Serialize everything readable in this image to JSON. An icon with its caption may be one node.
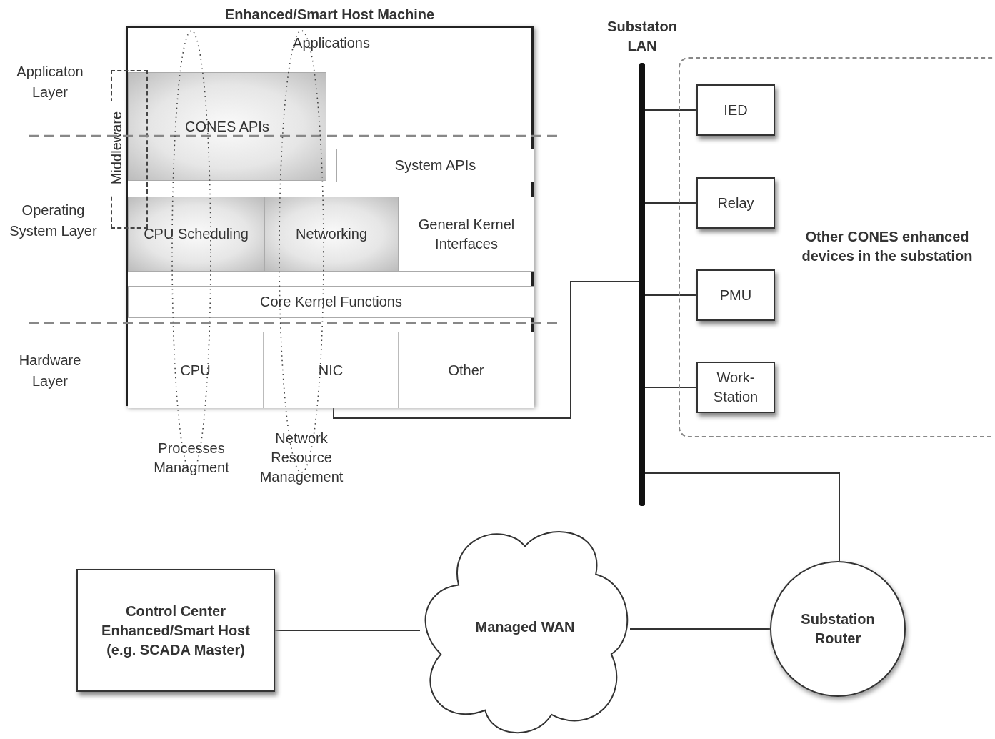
{
  "diagram": {
    "nodes": [
      {
        "text": [
          "Enhanced/Smart Host Machine",
          "Applications"
        ]
      },
      {
        "text": [
          "CONES APIs"
        ],
        "in": 0
      },
      {
        "text": [
          "System APIs"
        ],
        "in": 0
      },
      {
        "text": [
          "CPU Scheduling"
        ],
        "in": 0
      },
      {
        "text": [
          "Networking"
        ],
        "in": 0
      },
      {
        "text": [
          "General Kernel Interfaces"
        ],
        "in": 0
      },
      {
        "text": [
          "Core Kernel Functions"
        ],
        "in": 0
      },
      {
        "text": [
          "CPU"
        ],
        "in": 0
      },
      {
        "text": [
          "NIC"
        ],
        "in": 0
      },
      {
        "text": [
          "Other"
        ],
        "in": 0
      },
      {
        "text": [
          "Middleware"
        ]
      },
      {
        "text": [
          "Processes Managment"
        ]
      },
      {
        "text": [
          "Network Resource Management"
        ]
      },
      {
        "text": [
          "Substaton LAN"
        ]
      },
      {
        "text": [
          "Other CONES enhanced devices in the substation"
        ]
      },
      {
        "text": [
          "IED"
        ],
        "in": 14
      },
      {
        "text": [
          "Relay"
        ],
        "in": 14
      },
      {
        "text": [
          "PMU"
        ],
        "in": 14
      },
      {
        "text": [
          "Work-Station"
        ],
        "in": 14
      },
      {
        "text": [
          "Control Center Enhanced/Smart Host (e.g. SCADA Master)"
        ]
      },
      {
        "text": [
          "Managed WAN"
        ]
      },
      {
        "text": [
          "Substation Router"
        ]
      }
    ],
    "edges": [
      {
        "from": 8,
        "to": 13,
        "arrow": "none"
      },
      {
        "from": 13,
        "to": 15,
        "arrow": "none"
      },
      {
        "from": 13,
        "to": 16,
        "arrow": "none"
      },
      {
        "from": 13,
        "to": 17,
        "arrow": "none"
      },
      {
        "from": 13,
        "to": 18,
        "arrow": "none"
      },
      {
        "from": 13,
        "to": 21,
        "arrow": "none"
      },
      {
        "from": 19,
        "to": 20,
        "arrow": "none"
      },
      {
        "from": 20,
        "to": 21,
        "arrow": "none"
      }
    ],
    "labels": [
      "Applicaton Layer",
      "Operating System Layer",
      "Hardware Layer"
    ]
  }
}
